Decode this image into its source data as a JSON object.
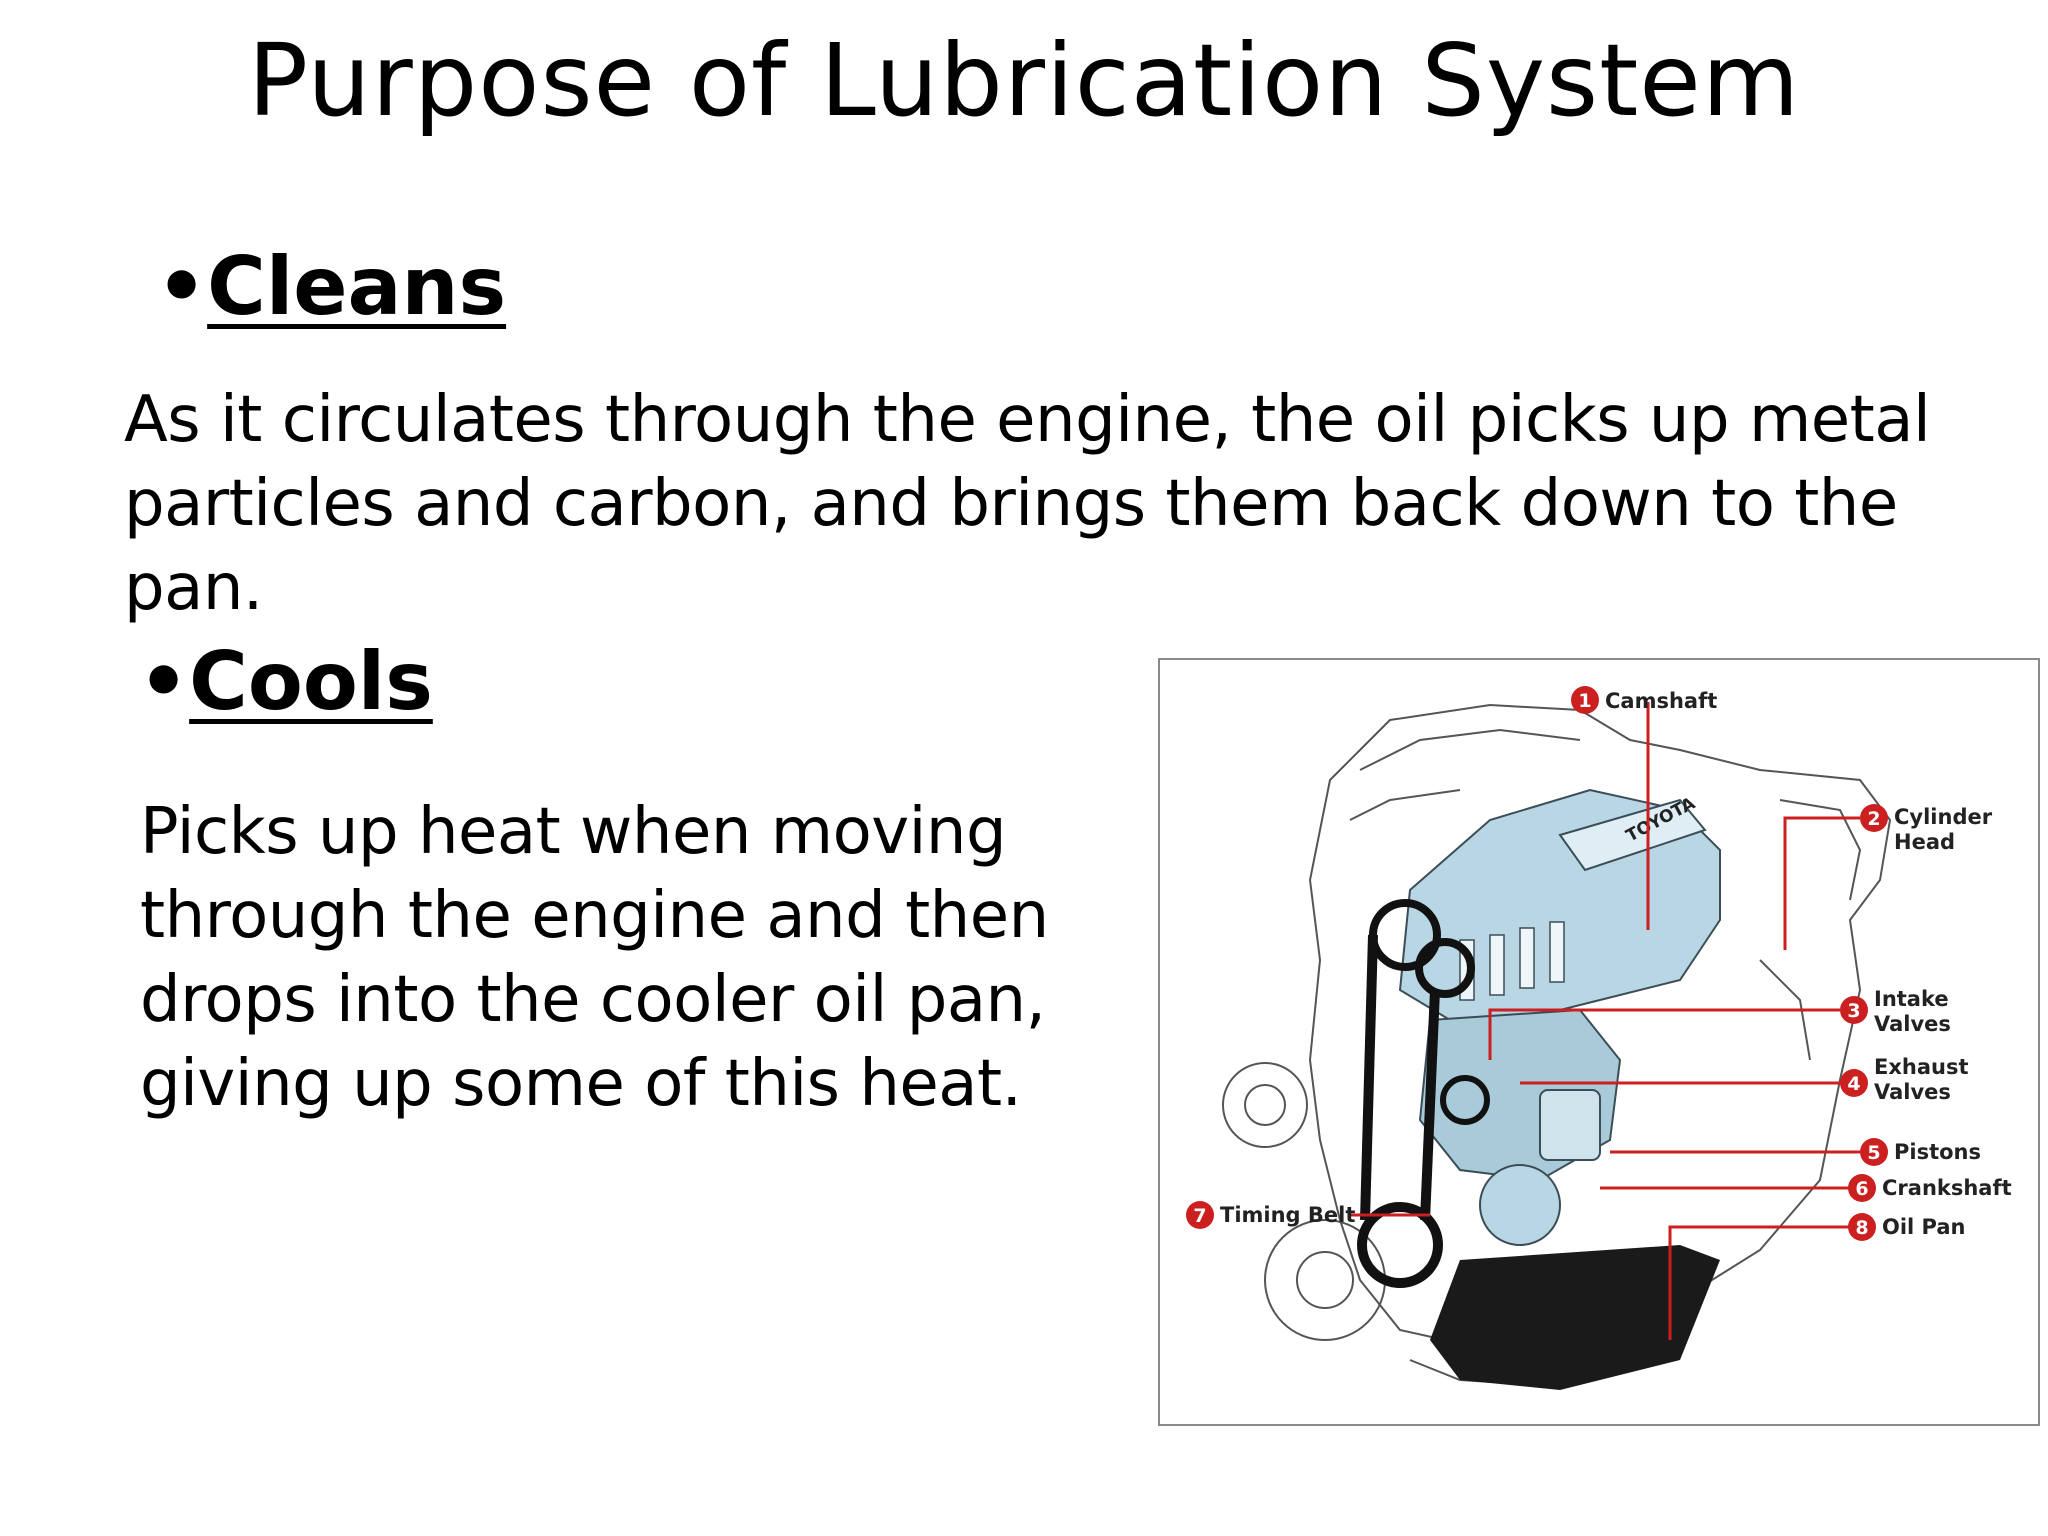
{
  "slide": {
    "title": "Purpose of Lubrication System",
    "sections": [
      {
        "bullet": "•",
        "heading": "Cleans",
        "text_lines": [
          "As it circulates through the engine, the oil picks up metal",
          "particles and carbon, and brings them back down to the pan."
        ]
      },
      {
        "bullet": "•",
        "heading": "Cools",
        "text_lines": [
          "Picks up heat when moving",
          "through the engine and then",
          "drops into the cooler oil pan,",
          "giving up some of this heat."
        ]
      }
    ]
  },
  "diagram": {
    "brand_text": "TOYOTA",
    "callouts": [
      {
        "num": "1",
        "label": "Camshaft"
      },
      {
        "num": "2",
        "label_lines": [
          "Cylinder",
          "Head"
        ]
      },
      {
        "num": "3",
        "label_lines": [
          "Intake",
          "Valves"
        ]
      },
      {
        "num": "4",
        "label_lines": [
          "Exhaust",
          "Valves"
        ]
      },
      {
        "num": "5",
        "label": "Pistons"
      },
      {
        "num": "6",
        "label": "Crankshaft"
      },
      {
        "num": "7",
        "label": "Timing Belt"
      },
      {
        "num": "8",
        "label": "Oil Pan"
      }
    ],
    "colors": {
      "callout": "#cc1f1f",
      "engine_highlight": "#b9d6e4",
      "outline": "#4a4a4a"
    }
  }
}
